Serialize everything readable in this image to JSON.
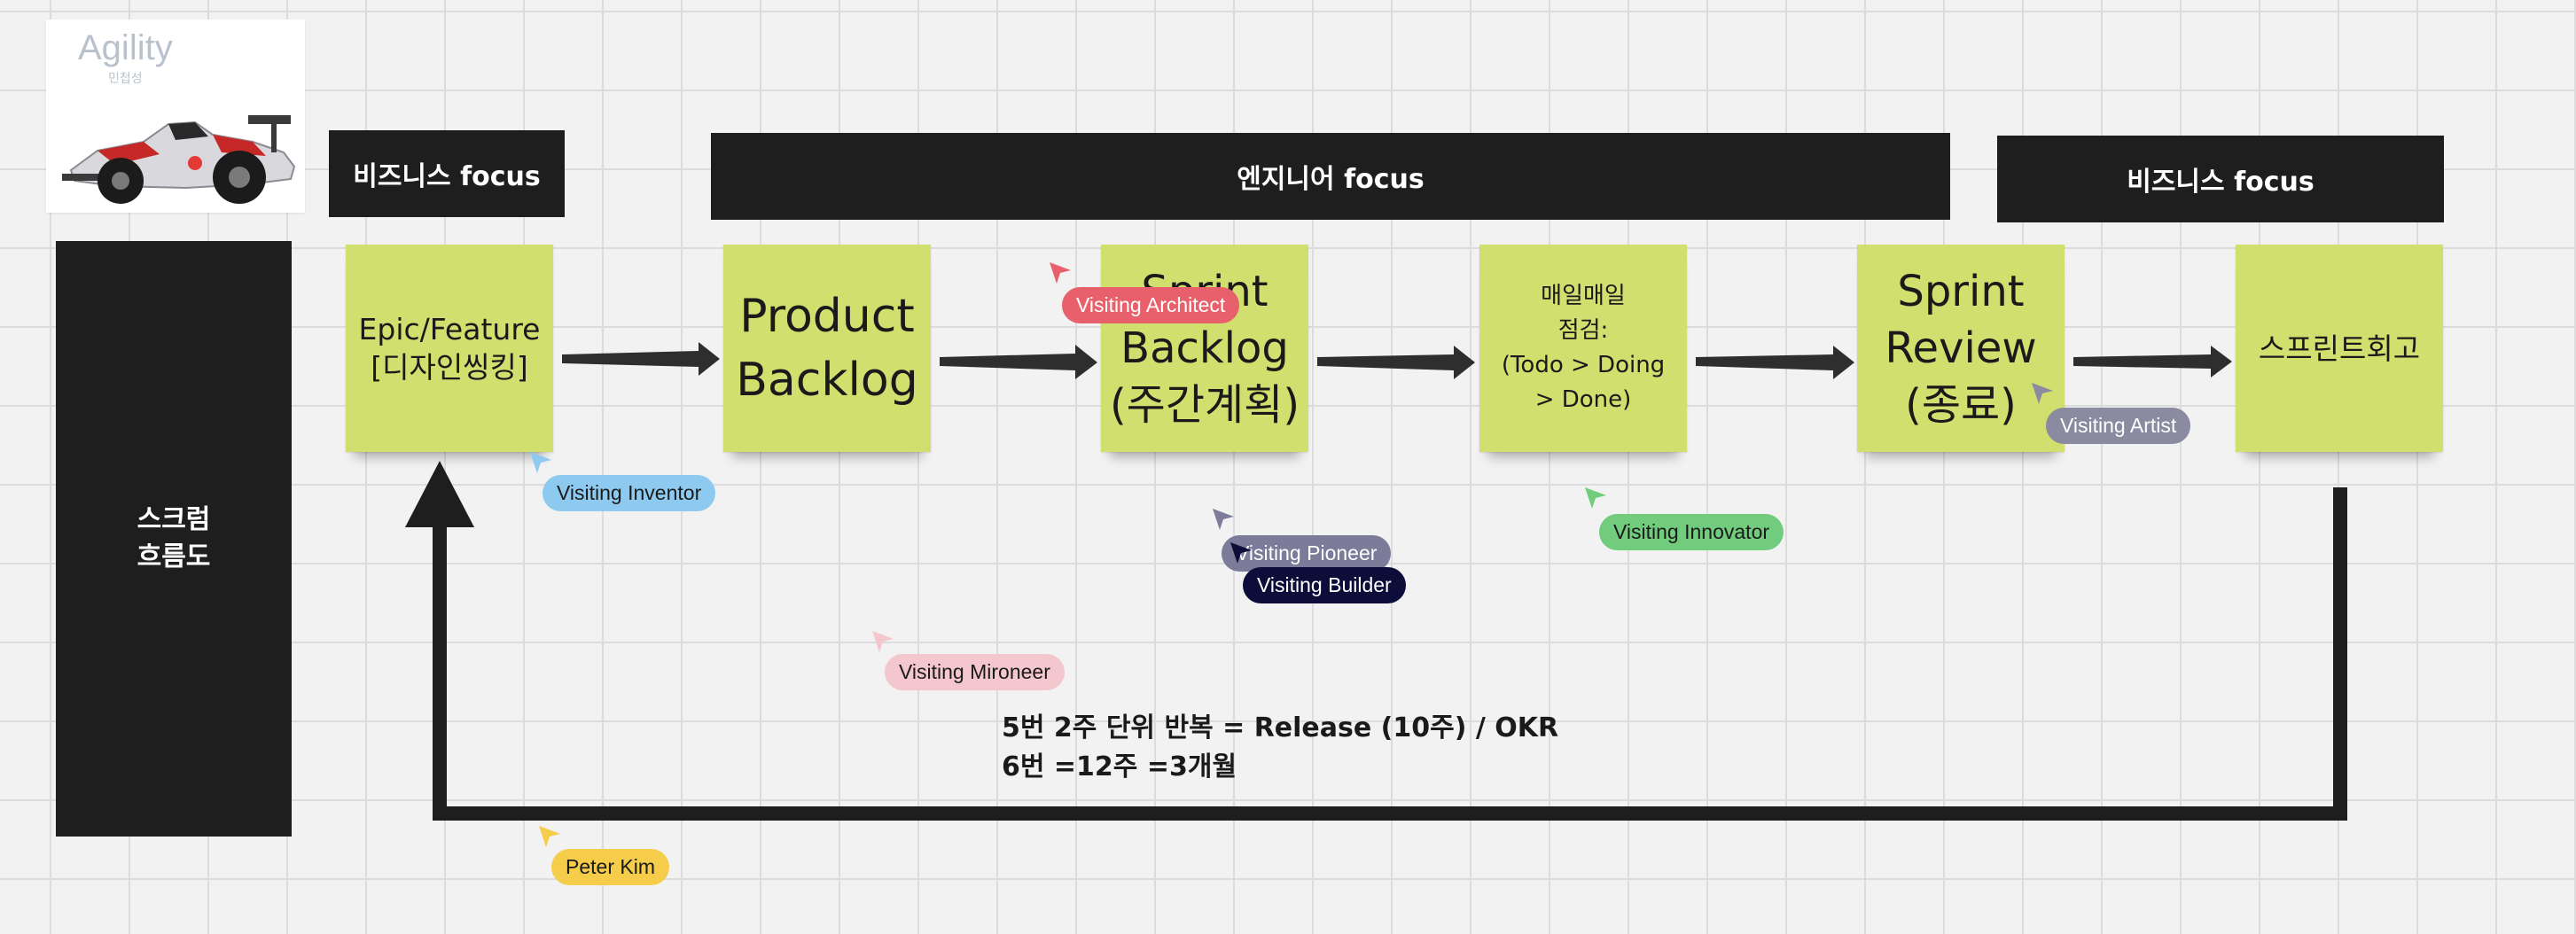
{
  "logo": {
    "title": "Agility",
    "subtitle": "민첩성"
  },
  "headers": [
    {
      "label": "비즈니스 focus"
    },
    {
      "label": "엔지니어 focus"
    },
    {
      "label": "비즈니스 focus"
    }
  ],
  "side_label": "스크럼\n흐름도",
  "stickies": [
    {
      "text": "Epic/Feature\n[디자인씽킹]"
    },
    {
      "text": "Product\nBacklog"
    },
    {
      "text": "Sprint\nBacklog\n(주간계획)"
    },
    {
      "text": "매일매일\n점검:\n(Todo > Doing\n> Done)"
    },
    {
      "text": "Sprint\nReview\n(종료)"
    },
    {
      "text": "스프린트회고"
    }
  ],
  "notes": {
    "line1": "5번 2주 단위 반복 = Release (10주) / OKR",
    "line2": "6번 =12주 =3개월"
  },
  "cursors": [
    {
      "name": "Visiting Architect",
      "color": "#e8606b",
      "text_color": "#ffffff"
    },
    {
      "name": "Visiting Artist",
      "color": "#8a8aa0",
      "text_color": "#ffffff"
    },
    {
      "name": "Visiting Inventor",
      "color": "#8ec9ef",
      "text_color": "#1a1a1a"
    },
    {
      "name": "Visiting Pioneer",
      "color": "#7c7c9a",
      "text_color": "#ffffff"
    },
    {
      "name": "Visiting Builder",
      "color": "#0d0d3a",
      "text_color": "#ffffff"
    },
    {
      "name": "Visiting Innovator",
      "color": "#72cc7e",
      "text_color": "#1a1a1a"
    },
    {
      "name": "Visiting Mironeer",
      "color": "#f3c7cd",
      "text_color": "#1a1a1a"
    },
    {
      "name": "Peter Kim",
      "color": "#f5cd4a",
      "text_color": "#1a1a1a"
    }
  ],
  "colors": {
    "sticky": "#d0df6e",
    "dark": "#1e1e1e",
    "canvas": "#f2f2f2",
    "grid": "#dcdcdc"
  }
}
